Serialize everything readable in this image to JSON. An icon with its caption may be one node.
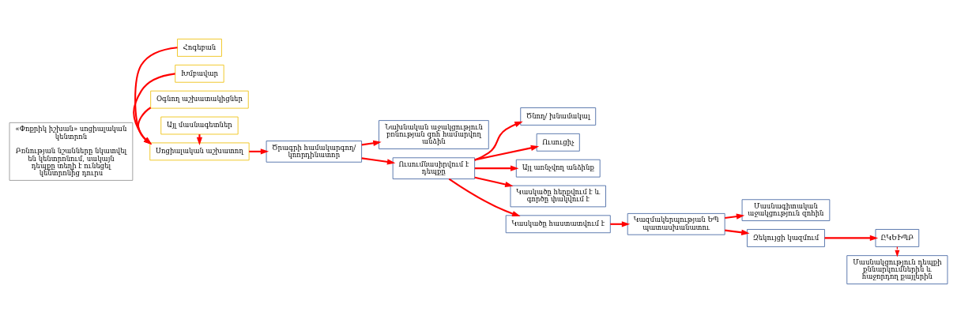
{
  "diagram": {
    "nodes": [
      {
        "text": [
          "«Փոքրիկ իշխան» սոցիալական կենտրոն",
          "Բռնության նշանները նկատվել են կենտրոնում, սակայն դեպքը տեղի է ունեցել կենտրոնից դուրս"
        ]
      },
      {
        "text": [
          "Սոցիալական աշխատող"
        ]
      },
      {
        "text": [
          "Հոգեբան"
        ]
      },
      {
        "text": [
          "Խմբավար"
        ]
      },
      {
        "text": [
          "Օգնող աշխատակիցներ"
        ]
      },
      {
        "text": [
          "Այլ մասնագետներ"
        ]
      },
      {
        "text": [
          "Ծրագրի համակարգող/ կոորդինատոր"
        ]
      },
      {
        "text": [
          "Նախնական աջակցություն բռնության զոհ համարվող անձին"
        ]
      },
      {
        "text": [
          "Ուսումնասիրվում է դեպքը"
        ]
      },
      {
        "text": [
          "Ծնող/ խնամակալ"
        ]
      },
      {
        "text": [
          "Ուսուցիչ"
        ]
      },
      {
        "text": [
          "Այլ առնչվող անձինք"
        ]
      },
      {
        "text": [
          "Կասկածը հերքվում է և գործը փակվում է"
        ]
      },
      {
        "text": [
          "Կասկածը հաստատվում է"
        ]
      },
      {
        "text": [
          "Կազմակերպության ԵՊ պատասխանատու"
        ]
      },
      {
        "text": [
          "Մասնագիտական աջակցություն զոհին"
        ]
      },
      {
        "text": [
          "Զեկույցի կազմում"
        ]
      },
      {
        "text": [
          "ԸԿԵԻՊԲ"
        ]
      },
      {
        "text": [
          "Մասնակցություն դեպքի քննարկումներին և հաջորդող քայլերին"
        ]
      }
    ],
    "edges": [
      {
        "from": 1,
        "to": 6,
        "arrow": "to"
      },
      {
        "from": 2,
        "to": 1,
        "arrow": "to"
      },
      {
        "from": 3,
        "to": 1,
        "arrow": "to"
      },
      {
        "from": 4,
        "to": 1,
        "arrow": "to"
      },
      {
        "from": 5,
        "to": 1,
        "arrow": "to"
      },
      {
        "from": 6,
        "to": 7,
        "arrow": "to"
      },
      {
        "from": 6,
        "to": 8,
        "arrow": "to"
      },
      {
        "from": 8,
        "to": 9,
        "arrow": "to"
      },
      {
        "from": 8,
        "to": 10,
        "arrow": "to"
      },
      {
        "from": 8,
        "to": 11,
        "arrow": "to"
      },
      {
        "from": 8,
        "to": 12,
        "arrow": "to"
      },
      {
        "from": 8,
        "to": 13,
        "arrow": "to"
      },
      {
        "from": 13,
        "to": 14,
        "arrow": "to"
      },
      {
        "from": 14,
        "to": 15,
        "arrow": "to"
      },
      {
        "from": 14,
        "to": 16,
        "arrow": "to"
      },
      {
        "from": 16,
        "to": 17,
        "arrow": "to"
      },
      {
        "from": 17,
        "to": 18,
        "arrow": "to",
        "style": "dashed"
      }
    ]
  }
}
